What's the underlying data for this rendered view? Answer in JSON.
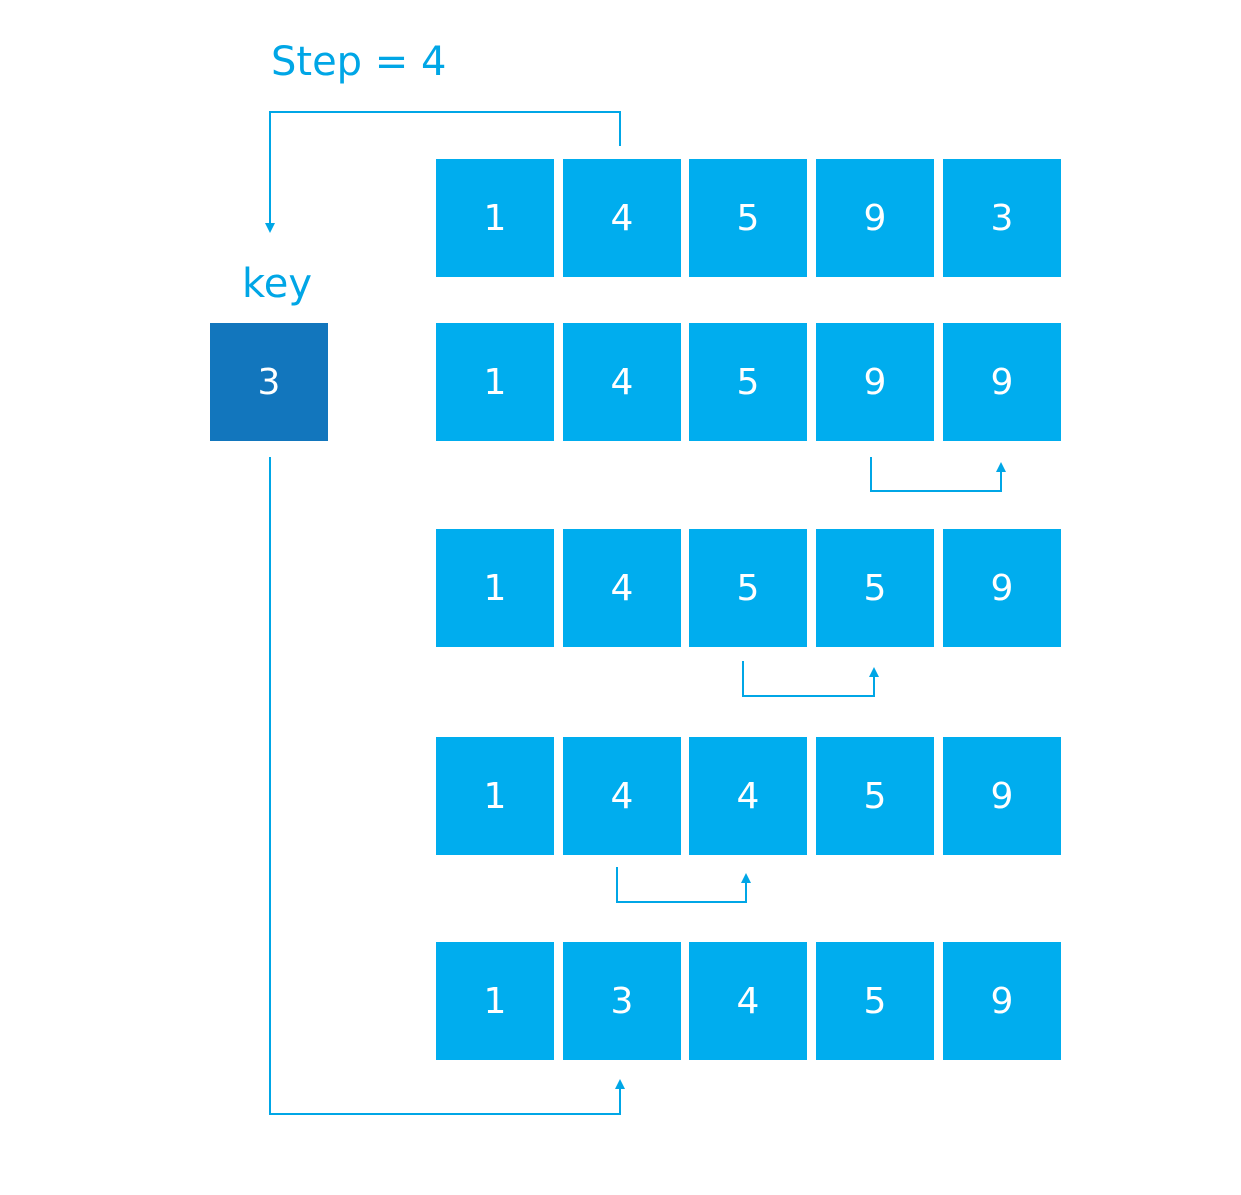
{
  "step_label": "Step = 4",
  "key": {
    "label": "key",
    "value": "3"
  },
  "rows": [
    [
      "1",
      "4",
      "5",
      "9",
      "3"
    ],
    [
      "1",
      "4",
      "5",
      "9",
      "9"
    ],
    [
      "1",
      "4",
      "5",
      "5",
      "9"
    ],
    [
      "1",
      "4",
      "4",
      "5",
      "9"
    ],
    [
      "1",
      "3",
      "4",
      "5",
      "9"
    ]
  ],
  "colors": {
    "cell": "#00adee",
    "key_cell": "#1276bd",
    "arrow": "#00a6e6",
    "text_on_cell": "#ffffff"
  }
}
